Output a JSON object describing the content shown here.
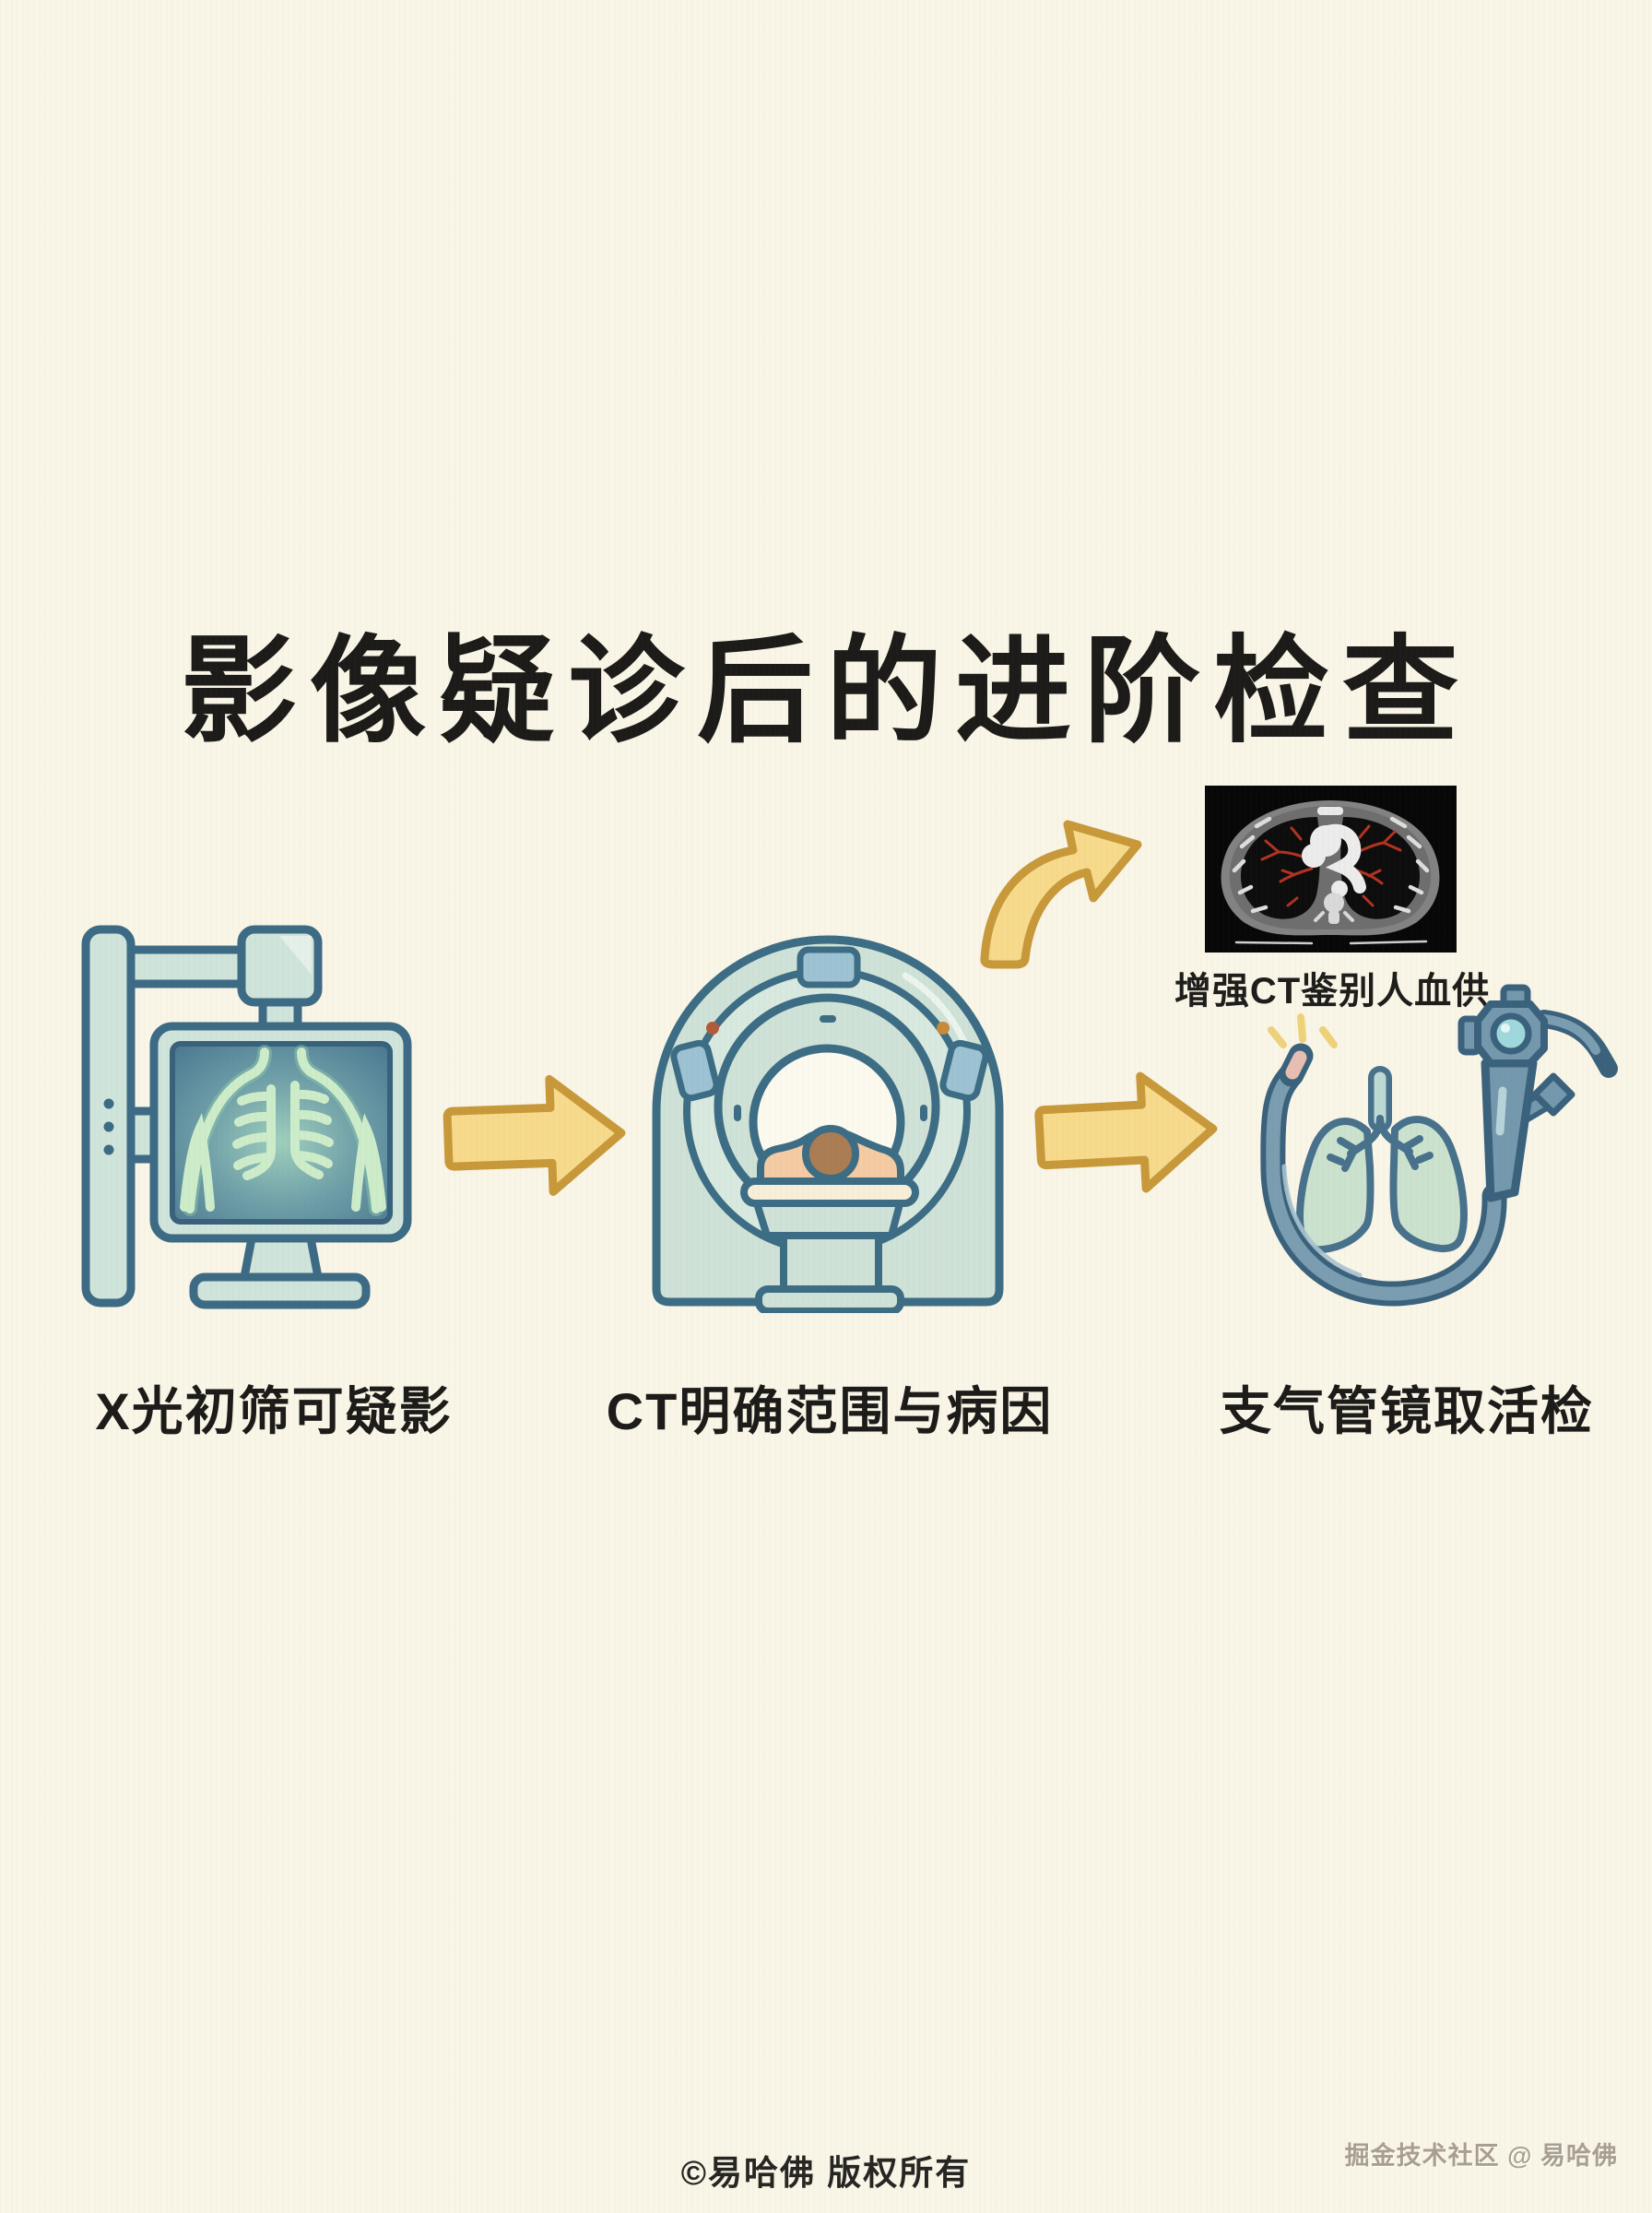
{
  "title": "影像疑诊后的进阶检查",
  "inset": {
    "caption": "增强CT鉴别人血供",
    "image": "axial-chest-ct-with-contrast"
  },
  "steps": [
    {
      "id": "xray",
      "label": "X光初筛可疑影",
      "icon": "xray-monitor-icon"
    },
    {
      "id": "ct",
      "label": "CT明确范围与病因",
      "icon": "ct-scanner-icon"
    },
    {
      "id": "bronchoscopy",
      "label": "支气管镜取活检",
      "icon": "bronchoscope-icon"
    }
  ],
  "arrows": [
    {
      "icon": "arrow-right-icon",
      "from": "xray",
      "to": "ct"
    },
    {
      "icon": "arrow-curved-up-icon",
      "from": "ct",
      "to": "enhanced-ct-image"
    },
    {
      "icon": "arrow-right-icon",
      "from": "ct",
      "to": "bronchoscopy"
    }
  ],
  "footer": {
    "copyright": "©易哈佛 版权所有",
    "watermark": "掘金技术社区 @ 易哈佛"
  },
  "colors": {
    "background": "#f9f5e7",
    "text": "#1c1b19",
    "arrow_fill": "#f7da8c",
    "arrow_stroke": "#c8993a",
    "outline_blue": "#3c6c86",
    "mint_fill": "#cfe4da",
    "screen_blue": "#44708d",
    "bone_green": "#cdecca",
    "skin": "#f4cba3",
    "scope_slate": "#7498ad",
    "vessel_red": "#b23222",
    "watermark_gray": "#a99f8e"
  }
}
